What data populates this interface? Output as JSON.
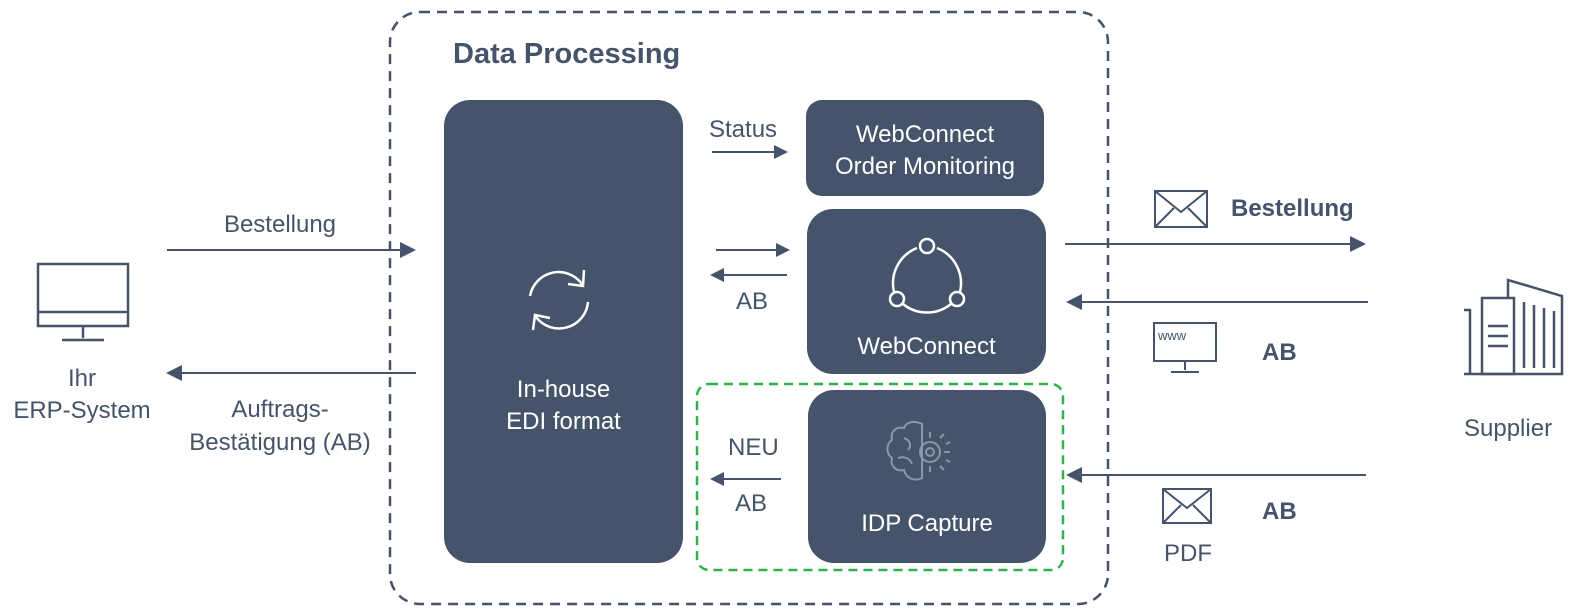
{
  "processing": {
    "title": "Data Processing"
  },
  "erp": {
    "line1": "Ihr",
    "line2": "ERP-System"
  },
  "supplier": {
    "label": "Supplier"
  },
  "left_flows": {
    "order_label": "Bestellung",
    "confirmation_line1": "Auftrags-",
    "confirmation_line2": "Bestätigung (AB)"
  },
  "edi_block": {
    "line1": "In-house",
    "line2": "EDI format"
  },
  "monitoring_block": {
    "line1": "WebConnect",
    "line2": "Order Monitoring"
  },
  "webconnect_block": {
    "label": "WebConnect"
  },
  "idp_block": {
    "label": "IDP Capture"
  },
  "inner_flows": {
    "status": "Status",
    "ab_webconnect": "AB",
    "new_badge": "NEU",
    "ab_idp": "AB"
  },
  "right_flows": {
    "order_label": "Bestellung",
    "ab_web_label": "AB",
    "ab_pdf_label": "AB",
    "pdf_caption": "PDF",
    "www_caption": "www"
  },
  "colors": {
    "primary": "#45546a",
    "dashed_new": "#2db34a",
    "white": "#ffffff"
  },
  "icons": {
    "erp": "monitor-icon",
    "supplier": "office-buildings-icon",
    "edi": "sync-arrows-icon",
    "webconnect": "network-nodes-icon",
    "idp": "brain-gear-icon",
    "mail": "envelope-icon",
    "web": "www-monitor-icon"
  }
}
